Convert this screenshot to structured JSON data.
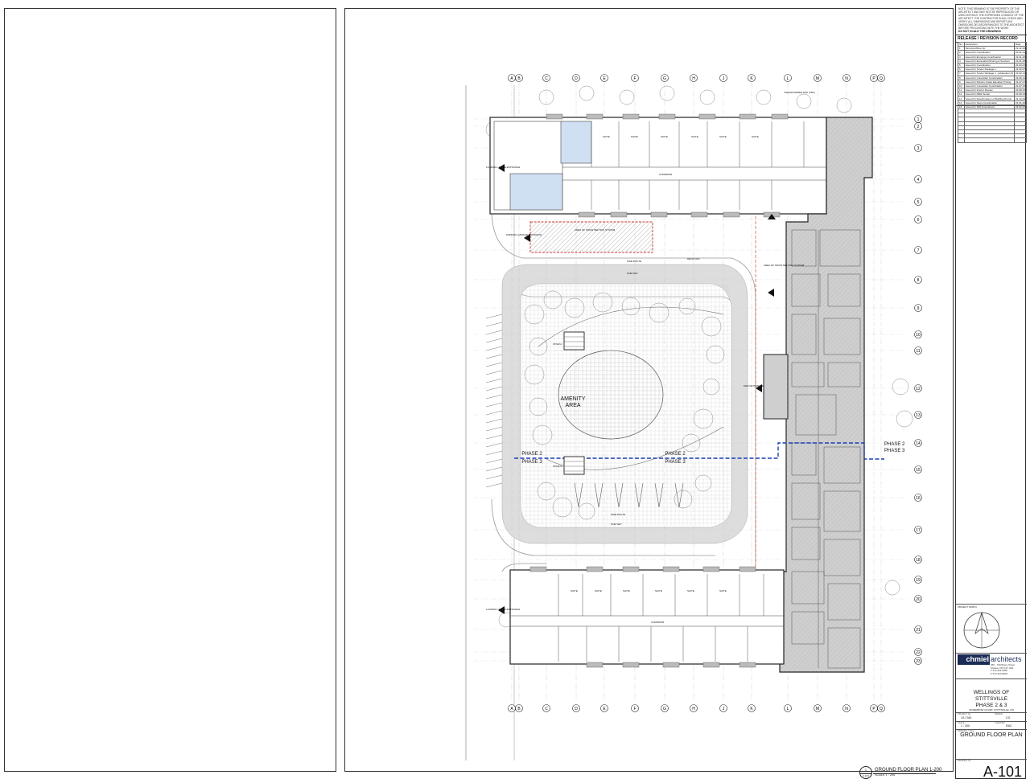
{
  "title_block": {
    "note": "NOTE: THIS DRAWING IS THE PROPERTY OF THE ARCHITECT AND MAY NOT BE REPRODUCED OR USED WITHOUT THE EXPRESSED CONSENT OF THE ARCHITECT. THE CONTRACTOR SHALL CHECK AND VERIFY ALL DIMENSIONS AND REPORT ANY OMISSIONS OR DISCREPANCIES TO THE ARCHITECT BEFORE PROCEEDING WITH THE WORK",
    "do_not_scale": "DO NOT SCALE THE DRAWINGS",
    "revision_header": "RELEASE / REVISION RECORD",
    "rev_cols": [
      "No.",
      "Description",
      "Date"
    ],
    "revisions": [
      [
        "1",
        "Structural Bore Up",
        "21-12-15"
      ],
      [
        "2",
        "Issued for Coordination",
        "22-01-21"
      ],
      [
        "3",
        "Issued for Envelope Coordination",
        "22-01-26"
      ],
      [
        "4",
        "Issued for Excavation/Shoring & Services",
        "22-01-28"
      ],
      [
        "5",
        "Issued for Coordination",
        "22-02-04"
      ],
      [
        "6",
        "Issued for Tender Package 1",
        "22-02-07"
      ],
      [
        "7",
        "Issued for Tender Package 1 - Addendum #1",
        "22-02-14"
      ],
      [
        "8",
        "Issued for Consultant Coordination",
        "22-06-13"
      ],
      [
        "9",
        "Issued for Mission Grade Elevation Pricing",
        "22-07-07"
      ],
      [
        "10",
        "Issued for Consultant Coordination",
        "22-07-15"
      ],
      [
        "11",
        "Issued for Interior Review",
        "22-08-15"
      ],
      [
        "12",
        "Issued for MRE Tender",
        "22-08-19"
      ],
      [
        "13",
        "Issued for Resubmission of Building Permit",
        "22-12-09"
      ],
      [
        "14",
        "Issued for Steps Coordination",
        "23-01-26"
      ],
      [
        "15",
        "Issued for SPA Amendment",
        "23-02-02"
      ]
    ],
    "project_north_label": "PROJECT NORTH",
    "firm_bold": "chmiel",
    "firm_light": "architects",
    "firm_address": [
      "250 - 700 Byers Street",
      "Ottawa, ON  K1Y 0A6",
      "T 613.234.0056",
      "F 613.234.8200"
    ],
    "project_name_1": "WELLINGS OF STITTSVILLE",
    "project_name_2": "PHASE 2 & 3",
    "project_address": "20 DEMROW COURT, STITTSVILLE, ON",
    "project_no_label": "PROJECT No.",
    "project_no": "19-1784",
    "drawn_label": "DRAWN",
    "drawn": "CG",
    "scale_label": "SCALE",
    "scale": "1 : 200",
    "checked_label": "CHECKED",
    "checked": "RAC",
    "drawing_title_label": "DRAWING TITLE",
    "sheet_title": "GROUND FLOOR PLAN",
    "drawing_no_label": "DRAWING No.",
    "sheet_number": "A-101"
  },
  "plan": {
    "grid_cols": [
      "A",
      "B",
      "C",
      "D",
      "E",
      "F",
      "G",
      "H",
      "J",
      "K",
      "L",
      "M",
      "N",
      "P",
      "Q"
    ],
    "grid_rows": [
      "1",
      "2",
      "3",
      "4",
      "5",
      "6",
      "7",
      "8",
      "9",
      "10",
      "11",
      "12",
      "13",
      "14",
      "15",
      "16",
      "17",
      "18",
      "19",
      "20",
      "21",
      "22",
      "23"
    ],
    "amenity_area": [
      "AMENITY",
      "AREA"
    ],
    "phase_top": "PHASE 2",
    "phase_bottom": "PHASE 3",
    "drop_off": "DROP-OFF",
    "fire_route": "FIRE ROUTE",
    "one_way": "ONE WAY",
    "transformer": "TRANSFORMER PAD (TBC)",
    "parking_garage": "PARKING GARAGE ENTRANCE",
    "loading": "LOADING / MOVE ENTRANCE",
    "main_entrance": "MAIN ENTRANCE",
    "snow_melt": "AREA OF SNOW MELTING SYSTEM",
    "suite_label": "SUITE",
    "corridor": "CORRIDOR",
    "stair_a": "STAIR A",
    "stair_b": "STAIR B"
  },
  "caption": {
    "view_number": "1",
    "sheet_ref": "A-101",
    "view_title": "GROUND FLOOR PLAN 1-200",
    "view_scale": "SCALE 1 : 200"
  }
}
